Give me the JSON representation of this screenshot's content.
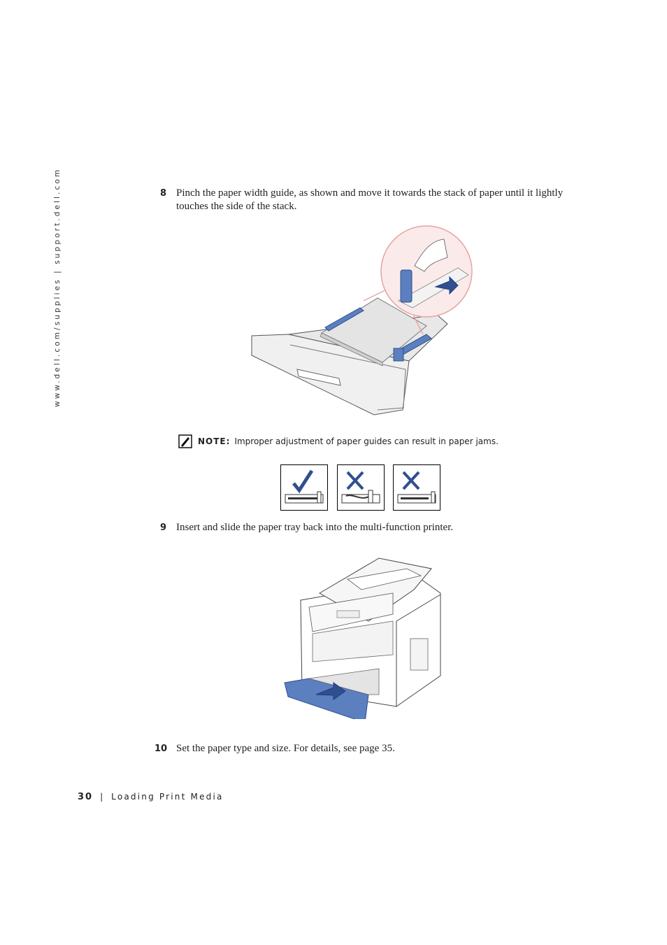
{
  "sidebar": {
    "url": "www.dell.com/supplies | support.dell.com"
  },
  "steps": [
    {
      "number": "8",
      "text": "Pinch the paper width guide, as shown and move it towards the stack of paper until it lightly touches the side of the stack."
    },
    {
      "number": "9",
      "text": "Insert and slide the paper tray back into the multi-function printer."
    },
    {
      "number": "10",
      "text": "Set the paper type and size. For details, see page 35."
    }
  ],
  "note": {
    "label": "NOTE:",
    "text": "Improper adjustment of paper guides can result in paper jams."
  },
  "footer": {
    "page_number": "30",
    "separator": "|",
    "section_title": "Loading Print Media"
  },
  "colors": {
    "accent_blue": "#5b7fbf",
    "zoom_circle": "#e8a3a3",
    "paper_gray": "#e4e4e4"
  },
  "icons": {
    "note": "pencil-note-icon",
    "correct": "checkmark-icon",
    "incorrect": "x-mark-icon"
  }
}
